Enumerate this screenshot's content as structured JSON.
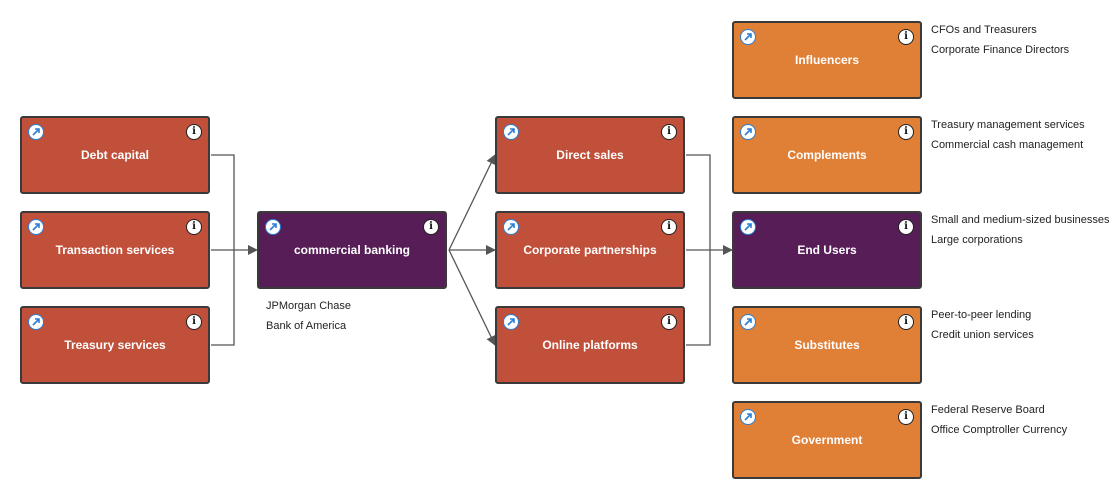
{
  "nodes": {
    "debt_capital": {
      "label": "Debt capital"
    },
    "transaction_services": {
      "label": "Transaction services"
    },
    "treasury_services": {
      "label": "Treasury services"
    },
    "commercial_banking": {
      "label": "commercial banking",
      "notes": [
        "JPMorgan Chase",
        "Bank of America"
      ]
    },
    "direct_sales": {
      "label": "Direct sales"
    },
    "corporate_partnerships": {
      "label": "Corporate partnerships"
    },
    "online_platforms": {
      "label": "Online platforms"
    },
    "influencers": {
      "label": "Influencers",
      "notes": [
        "CFOs and Treasurers",
        "Corporate Finance Directors"
      ]
    },
    "complements": {
      "label": "Complements",
      "notes": [
        "Treasury management services",
        "Commercial cash management"
      ]
    },
    "end_users": {
      "label": "End Users",
      "notes": [
        "Small and medium-sized businesses",
        "Large corporations"
      ]
    },
    "substitutes": {
      "label": "Substitutes",
      "notes": [
        "Peer-to-peer lending",
        "Credit union services"
      ]
    },
    "government": {
      "label": "Government",
      "notes": [
        "Federal Reserve Board",
        "Office Comptroller Currency"
      ]
    }
  },
  "icons": {
    "link": "external-link-icon",
    "info": "info-icon",
    "info_glyph": "i"
  },
  "colors": {
    "red": "#c0503a",
    "purple": "#561d56",
    "orange": "#e07f36",
    "connector": "#555555",
    "link_blue": "#2b7fd6"
  }
}
